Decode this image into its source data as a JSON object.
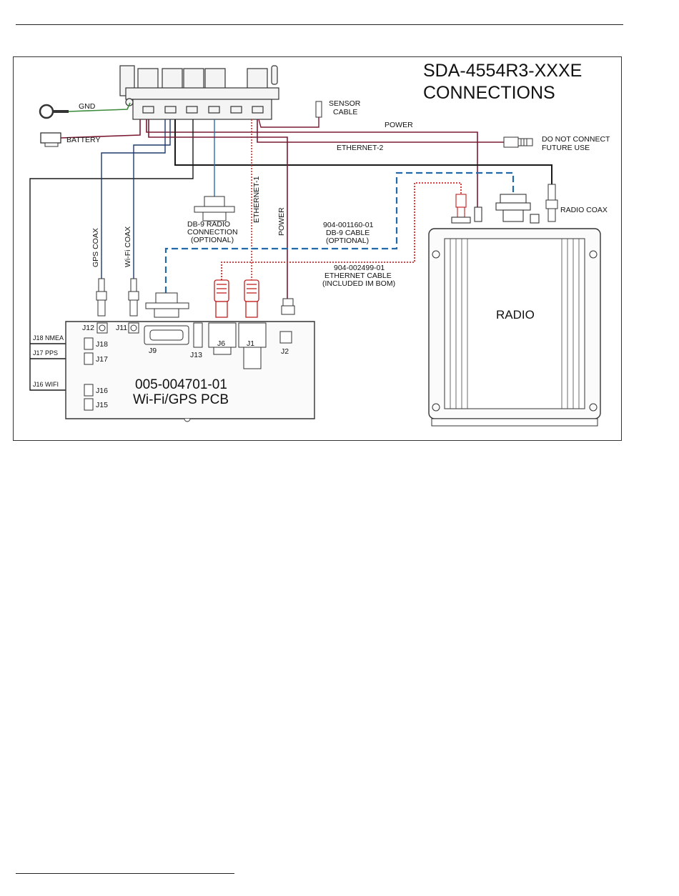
{
  "title": {
    "line1": "SDA-4554R3-XXXE",
    "line2": "CONNECTIONS"
  },
  "harness": {
    "gnd": "GND",
    "battery": "BATTERY",
    "sensor_line1": "SENSOR",
    "sensor_line2": "CABLE",
    "power": "POWER",
    "ethernet2": "ETHERNET-2",
    "dnc_line1": "DO NOT CONNECT",
    "dnc_line2": "FUTURE USE",
    "radio_coax": "RADIO COAX",
    "ethernet1": "ETHERNET-1",
    "power_vertical": "POWER",
    "gps_coax": "GPS COAX",
    "wifi_coax": "Wi-Fi COAX",
    "db9_radio_line1": "DB-9 RADIO",
    "db9_radio_line2": "CONNECTION",
    "db9_radio_line3": "(OPTIONAL)",
    "db9_cable_line1": "904-001160-01",
    "db9_cable_line2": "DB-9 CABLE",
    "db9_cable_line3": "(OPTIONAL)",
    "eth_cable_line1": "904-002499-01",
    "eth_cable_line2": "ETHERNET  CABLE",
    "eth_cable_line3": "(INCLUDED IM BOM)"
  },
  "pcb": {
    "part": "005-004701-01",
    "name": "Wi-Fi/GPS PCB",
    "j12": "J12",
    "j11": "J11",
    "j9": "J9",
    "j13": "J13",
    "j6": "J6",
    "j1": "J1",
    "j2": "J2",
    "j18": "J18",
    "j17": "J17",
    "j16": "J16",
    "j15": "J15",
    "j18_cable": "J18 NMEA",
    "j17_cable": "J17 PPS",
    "j16_cable": "J16 WIFI"
  },
  "radio": {
    "label": "RADIO"
  },
  "colors": {
    "maroon": "#7a1a33",
    "navy": "#1f3a6b",
    "blue": "#2a6fb0",
    "dashed_blue": "#2468a8",
    "red": "#d42a2a",
    "green": "#3a8a3a",
    "black": "#1a1a1a"
  }
}
